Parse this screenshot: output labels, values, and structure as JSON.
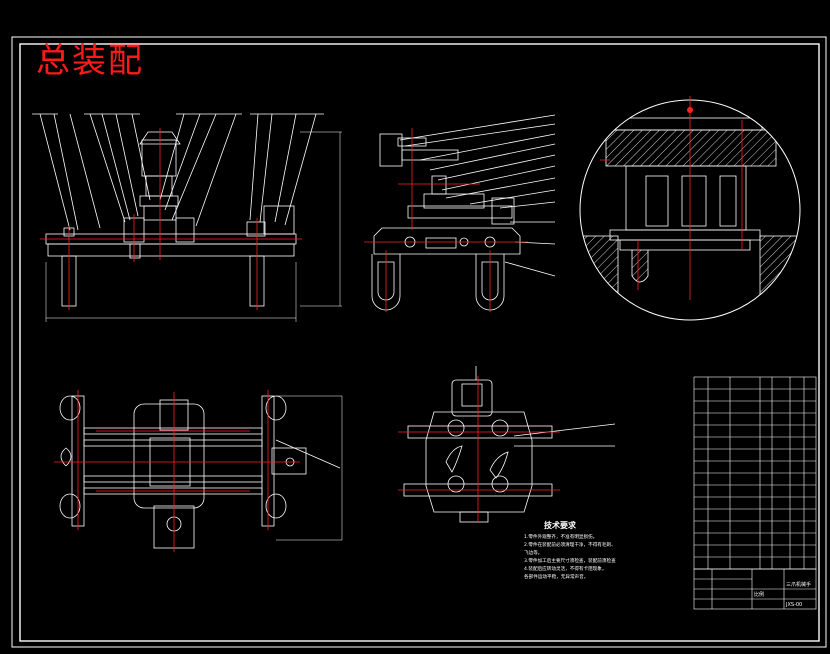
{
  "drawing": {
    "title": "总装配",
    "colors": {
      "background": "#000000",
      "line": "#ffffff",
      "center_line": "#ff2020",
      "title": "#ff1a1a",
      "section_hatch": "#ffffff"
    }
  },
  "views": {
    "front": "front-elevation-view",
    "side": "side-elevation-view",
    "detail": "circular-detail-view",
    "plan": "plan-view",
    "partial": "partial-plan-view"
  },
  "notes": {
    "heading": "技术要求",
    "lines": [
      "1.零件外观整齐，不准有明显损伤。",
      "2.零件在装配前必须清理干净，不得有毛刺、",
      "  飞边等。",
      "3.零件加工后主要尺寸须检查，装配前须检查",
      "4.装配后应转动灵活，不得有卡阻现象，",
      "  各部件运动平稳，无异常声音。"
    ]
  },
  "title_block": {
    "name": "三爪机械手",
    "scale": "比例",
    "drawing_no": "JXS-00"
  }
}
